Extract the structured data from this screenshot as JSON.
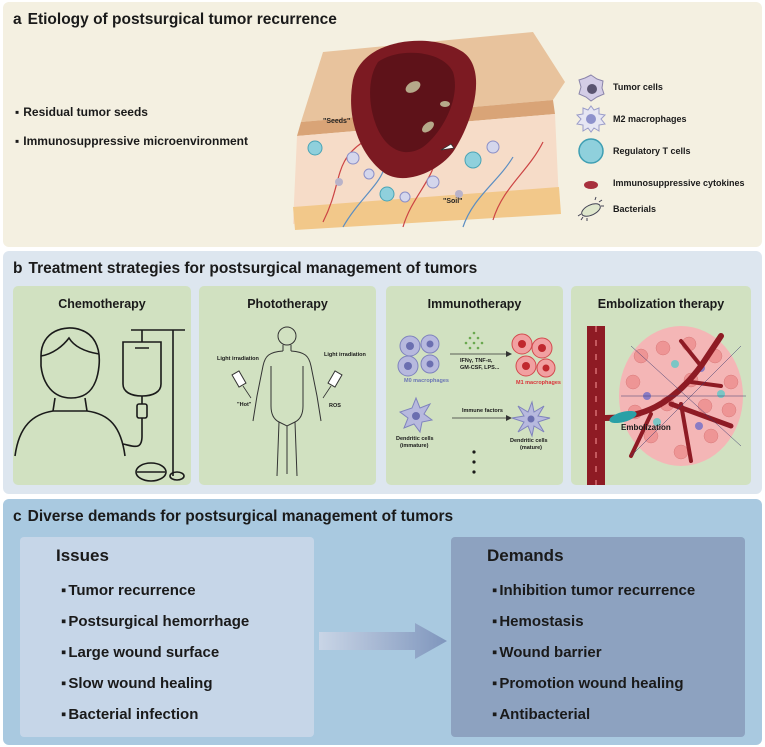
{
  "panel_a": {
    "letter": "a",
    "title": "Etiology of postsurgical tumor recurrence",
    "bullets": [
      "Residual tumor seeds",
      "Immunosuppressive microenvironment"
    ],
    "skin_labels": {
      "seeds": "\"Seeds\"",
      "soil": "\"Soil\""
    },
    "legend": [
      {
        "label": "Tumor cells",
        "icon": "tumor-cell-icon"
      },
      {
        "label": "M2 macrophages",
        "icon": "macrophage-icon"
      },
      {
        "label": "Regulatory T cells",
        "icon": "t-cell-icon"
      },
      {
        "label": "Immunosuppressive cytokines",
        "icon": "cytokine-icon"
      },
      {
        "label": "Bacterials",
        "icon": "bacteria-icon"
      }
    ]
  },
  "panel_b": {
    "letter": "b",
    "title": "Treatment strategies for postsurgical management of tumors",
    "cards": {
      "chemo": {
        "title": "Chemotherapy"
      },
      "photo": {
        "title": "Phototherapy",
        "left_label": "Light irradiation",
        "right_label": "Light irradiation",
        "hot": "\"Hot\"",
        "ros": "ROS"
      },
      "immuno": {
        "title": "Immunotherapy",
        "m0": "M0 macrophages",
        "m1": "M1 macrophages",
        "stimuli": "IFNγ, TNF-α,",
        "stimuli2": "GM-CSF, LPS...",
        "dc_immature": "Dendritic cells",
        "dc_immature_sub": "(immature)",
        "immune_factors": "Immune factors",
        "dc_mature": "Dendritic cells",
        "dc_mature_sub": "(mature)"
      },
      "embol": {
        "title": "Embolization therapy",
        "label": "Embolization"
      }
    }
  },
  "panel_c": {
    "letter": "c",
    "title": "Diverse demands for postsurgical management of tumors",
    "issues": {
      "title": "Issues",
      "items": [
        "Tumor recurrence",
        "Postsurgical hemorrhage",
        "Large wound surface",
        "Slow wound healing",
        "Bacterial infection"
      ]
    },
    "demands": {
      "title": "Demands",
      "items": [
        "Inhibition tumor recurrence",
        "Hemostasis",
        "Wound barrier",
        "Promotion wound healing",
        "Antibacterial"
      ]
    }
  },
  "colors": {
    "panel_a_bg": "#f4f0e1",
    "panel_b_bg": "#dde6ef",
    "panel_c_bg": "#a9c9e0",
    "card_bg": "#d1e1c1",
    "tumor": "#7c1a22",
    "m0_text": "#6b76b5",
    "m1_text": "#d9353a"
  }
}
